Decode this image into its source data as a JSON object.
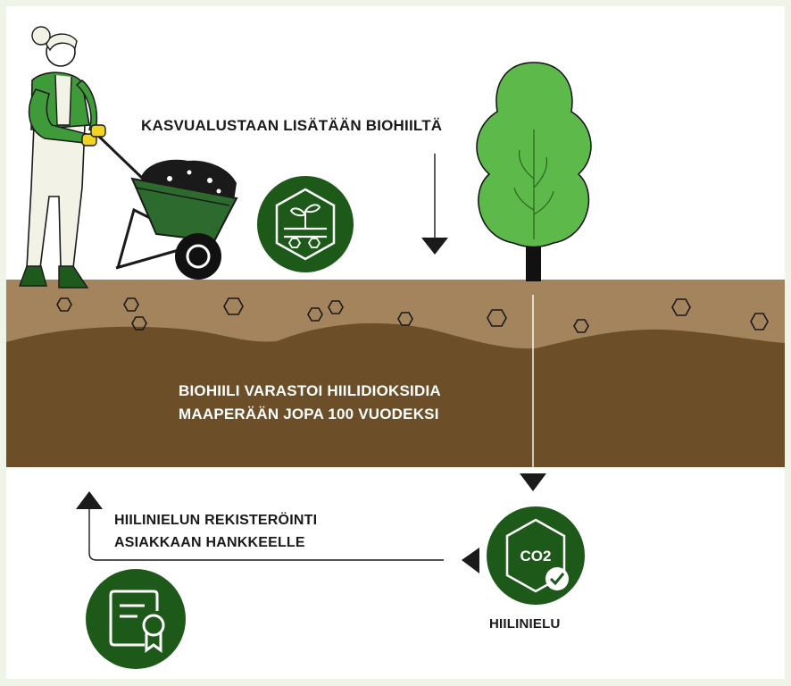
{
  "labels": {
    "top_caption": "KASVUALUSTAAN LISÄTÄÄN BIOHIILTÄ",
    "soil_line1": "BIOHIILI VARASTOI HIILIDIOKSIDIA",
    "soil_line2": "MAAPERÄÄN JOPA 100 VUODEKSI",
    "registration_line1": "HIILINIELUN REKISTERÖINTI",
    "registration_line2": "ASIAKKAAN HANKKEELLE",
    "sink_caption": "HIILINIELU",
    "co2_badge": "CO2"
  },
  "icons": {
    "farmer": "farmer-with-wheelbarrow-illustration",
    "tree": "tree-illustration",
    "soil_icon": "seedling-soil-icon",
    "co2_icon": "co2-check-icon",
    "certificate_icon": "certificate-ribbon-icon"
  },
  "colors": {
    "dark_green": "#1d5a1a",
    "tree_green": "#5cb94a",
    "topsoil": "#a3845d",
    "deep_soil": "#6c4f28",
    "ink": "#1a1a1a",
    "glove_yellow": "#f2d420"
  }
}
